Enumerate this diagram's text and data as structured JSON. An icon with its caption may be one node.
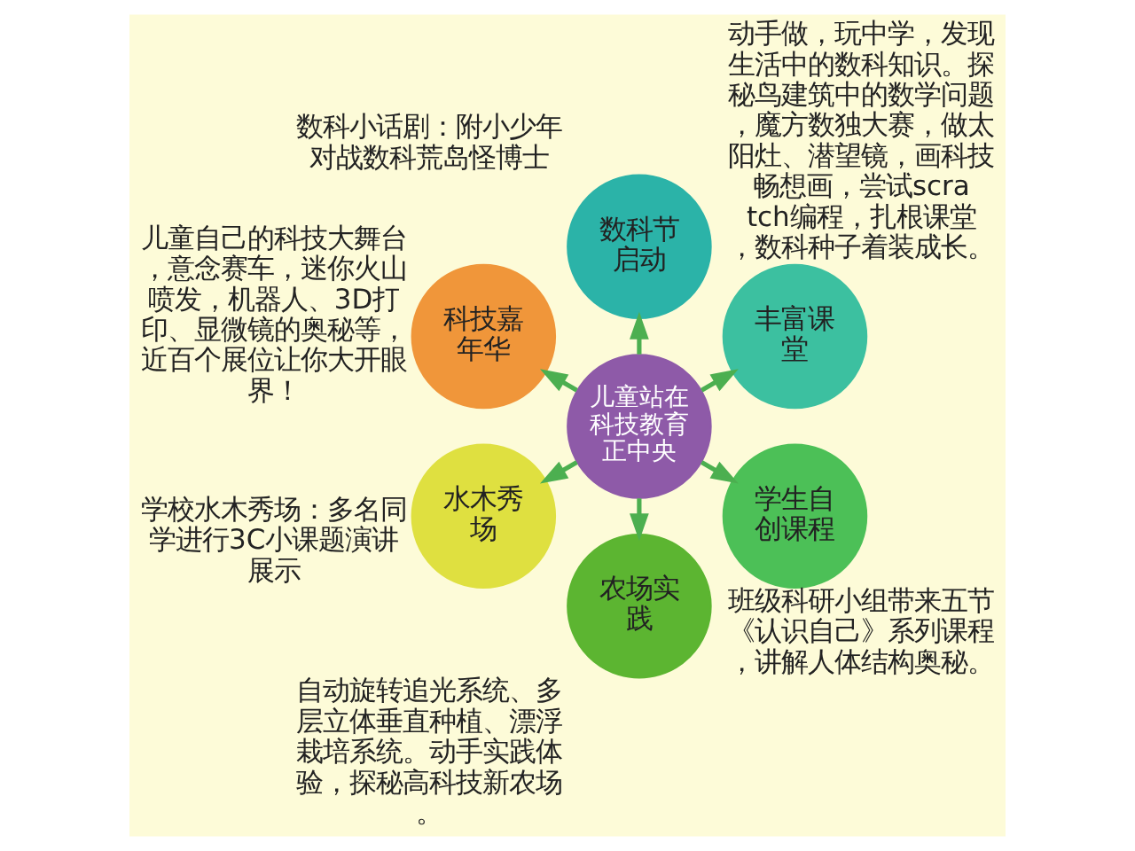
{
  "diagram": {
    "nodes": [
      {
        "text": [
          "儿童站在科技教育正中央"
        ]
      },
      {
        "text": [
          "数科节启动"
        ],
        "beside": [
          "数科小话剧：附小少年对战数科荒岛怪博士"
        ]
      },
      {
        "text": [
          "丰富课堂"
        ],
        "beside": [
          "动手做，玩中学，发现生活中的数科知识。探秘鸟建筑中的数学问题，魔方数独大赛，做太阳灶、潜望镜，画科技畅想画，尝试scratch编程，扎根课堂，数科种子着装成长。"
        ]
      },
      {
        "text": [
          "学生自创课程"
        ],
        "beside": [
          "班级科研小组带来五节《认识自己》系列课程，讲解人体结构奥秘。"
        ]
      },
      {
        "text": [
          "农场实践"
        ],
        "beside": [
          "自动旋转追光系统、多层立体垂直种植、漂浮栽培系统。动手实践体验，探秘高科技新农场。"
        ]
      },
      {
        "text": [
          "水木秀场"
        ],
        "beside": [
          "学校水木秀场：多名同学进行3C小课题演讲展示"
        ]
      },
      {
        "text": [
          "科技嘉年华"
        ],
        "beside": [
          "儿童自己的科技大舞台，意念赛车，迷你火山喷发，机器人、3D打印、显微镜的奥秘等，近百个展位让你大开眼界！"
        ]
      }
    ],
    "edges": [
      {
        "from": 0,
        "to": 1,
        "arrow": "to"
      },
      {
        "from": 0,
        "to": 2,
        "arrow": "to"
      },
      {
        "from": 0,
        "to": 3,
        "arrow": "to"
      },
      {
        "from": 0,
        "to": 4,
        "arrow": "to"
      },
      {
        "from": 0,
        "to": 5,
        "arrow": "to"
      },
      {
        "from": 0,
        "to": 6,
        "arrow": "to"
      }
    ]
  }
}
